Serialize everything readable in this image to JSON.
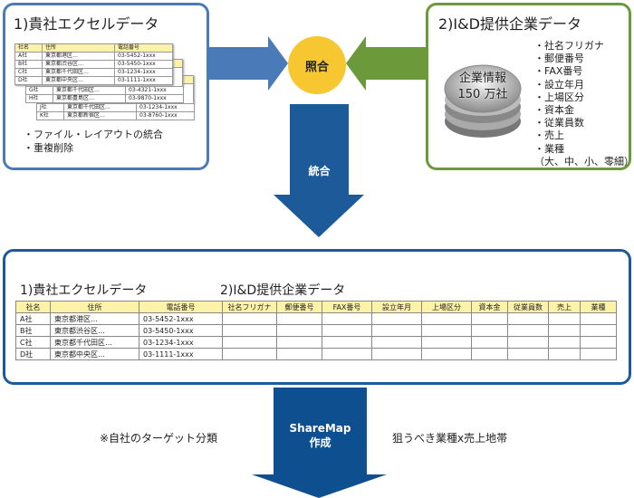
{
  "left_box": {
    "title": "1)貴社エクセルデータ",
    "sheet1": {
      "headers": [
        "社名",
        "住所",
        "電話番号"
      ],
      "rows": [
        [
          "A社",
          "東京都港区…",
          "03-5452-1xxx"
        ],
        [
          "B社",
          "東京都渋谷区…",
          "03-5450-1xxx"
        ],
        [
          "C社",
          "東京都千代田区…",
          "03-1234-1xxx"
        ],
        [
          "D社",
          "東京都中央区…",
          "03-1111-1xxx"
        ]
      ]
    },
    "sheet2": {
      "rows": [
        [
          "G社",
          "東京都千代田区…",
          "03-4321-1xxx"
        ],
        [
          "H社",
          "東京都豊島区…",
          "03-9870-1xxx"
        ]
      ]
    },
    "sheet3": {
      "rows": [
        [
          "J社",
          "東京都千代田区…",
          "03-1234-1xxx"
        ],
        [
          "K社",
          "東京都新宿区…",
          "03-8760-1xxx"
        ]
      ]
    },
    "bullets": [
      "・ファイル・レイアウトの統合",
      "・重複削除"
    ]
  },
  "right_box": {
    "title": "2)I&D提供企業データ",
    "db_label_1": "企業情報",
    "db_label_2": "150 万社",
    "bullets": [
      "・社名フリガナ",
      "・郵便番号",
      "・FAX番号",
      "・設立年月",
      "・上場区分",
      "・資本金",
      "・従業員数",
      "・売上",
      "・業種",
      "（大、中、小、零細）"
    ]
  },
  "match_label": "照合",
  "merge_label": "統合",
  "result_box": {
    "title1": "1)貴社エクセルデータ",
    "title2": "2)I&D提供企業データ",
    "headers": [
      "社名",
      "住所",
      "電話番号",
      "社名フリガナ",
      "郵便番号",
      "FAX番号",
      "設立年月",
      "上場区分",
      "資本金",
      "従業員数",
      "売上",
      "業種"
    ],
    "rows": [
      [
        "A社",
        "東京都港区…",
        "03-5452-1xxx"
      ],
      [
        "B社",
        "東京都渋谷区…",
        "03-5450-1xxx"
      ],
      [
        "C社",
        "東京都千代田区…",
        "03-1234-1xxx"
      ],
      [
        "D社",
        "東京都中央区…",
        "03-1111-1xxx"
      ]
    ]
  },
  "sharemap_label_1": "ShareMap",
  "sharemap_label_2": "作成",
  "note_left": "※自社のターゲット分類",
  "note_right": "狙うべき業種x売上地帯",
  "colors": {
    "blue": "#1d5a99",
    "green": "#6c9a3a",
    "yellow": "#f6c730",
    "header": "#fdf3a8"
  }
}
